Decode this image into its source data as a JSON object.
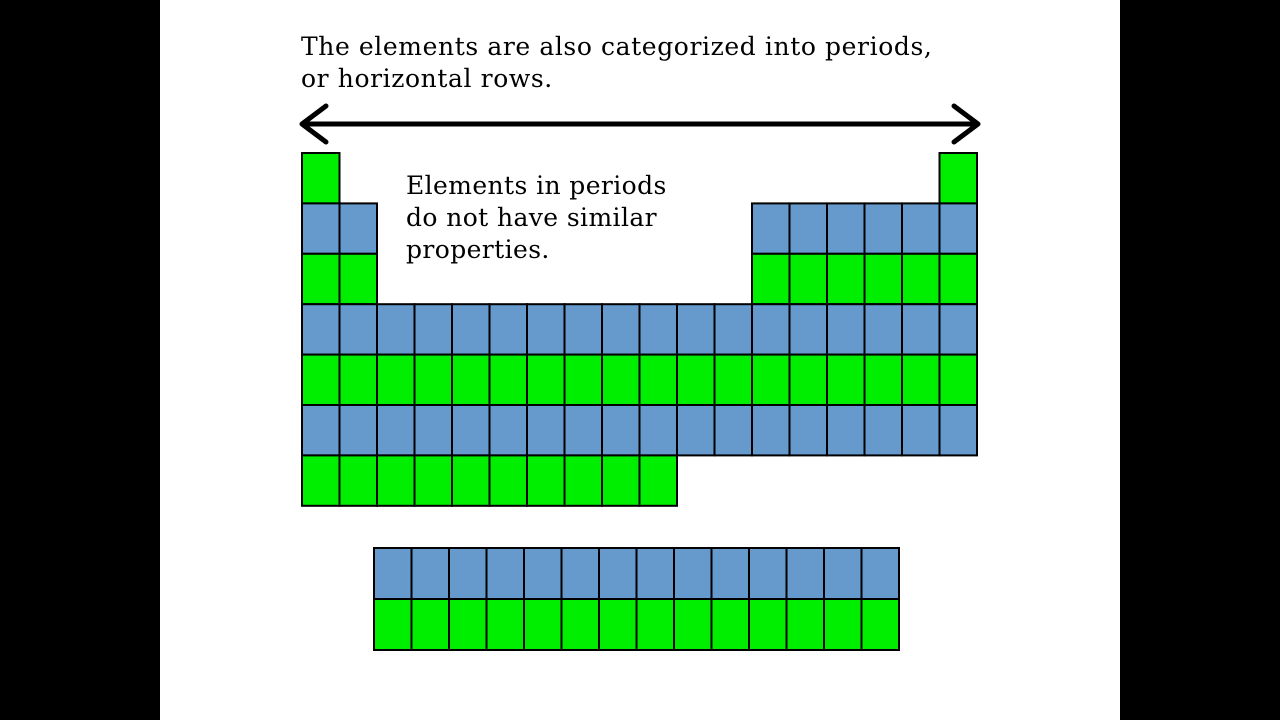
{
  "heading": {
    "line1": "The elements are also categorized into periods,",
    "line2": "or horizontal rows."
  },
  "note": {
    "line1": "Elements in periods",
    "line2": "do not have similar",
    "line3": "properties."
  },
  "colors": {
    "green_row": "#00ee00",
    "blue_row": "#6699cc",
    "slide_background": "#ffffff",
    "side_bars": "#000000",
    "outline": "#000000"
  },
  "table": {
    "main_periods": [
      {
        "period": 1,
        "color": "green",
        "groups": [
          1,
          18
        ]
      },
      {
        "period": 2,
        "color": "blue",
        "groups": [
          1,
          2,
          13,
          14,
          15,
          16,
          17,
          18
        ]
      },
      {
        "period": 3,
        "color": "green",
        "groups": [
          1,
          2,
          13,
          14,
          15,
          16,
          17,
          18
        ]
      },
      {
        "period": 4,
        "color": "blue",
        "groups": [
          1,
          2,
          3,
          4,
          5,
          6,
          7,
          8,
          9,
          10,
          11,
          12,
          13,
          14,
          15,
          16,
          17,
          18
        ]
      },
      {
        "period": 5,
        "color": "green",
        "groups": [
          1,
          2,
          3,
          4,
          5,
          6,
          7,
          8,
          9,
          10,
          11,
          12,
          13,
          14,
          15,
          16,
          17,
          18
        ]
      },
      {
        "period": 6,
        "color": "blue",
        "groups": [
          1,
          2,
          3,
          4,
          5,
          6,
          7,
          8,
          9,
          10,
          11,
          12,
          13,
          14,
          15,
          16,
          17,
          18
        ]
      },
      {
        "period": 7,
        "color": "green",
        "groups": [
          1,
          2,
          3,
          4,
          5,
          6,
          7,
          8,
          9,
          10
        ]
      }
    ],
    "f_block_rows": [
      {
        "color": "blue",
        "count": 14
      },
      {
        "color": "green",
        "count": 14
      }
    ]
  }
}
